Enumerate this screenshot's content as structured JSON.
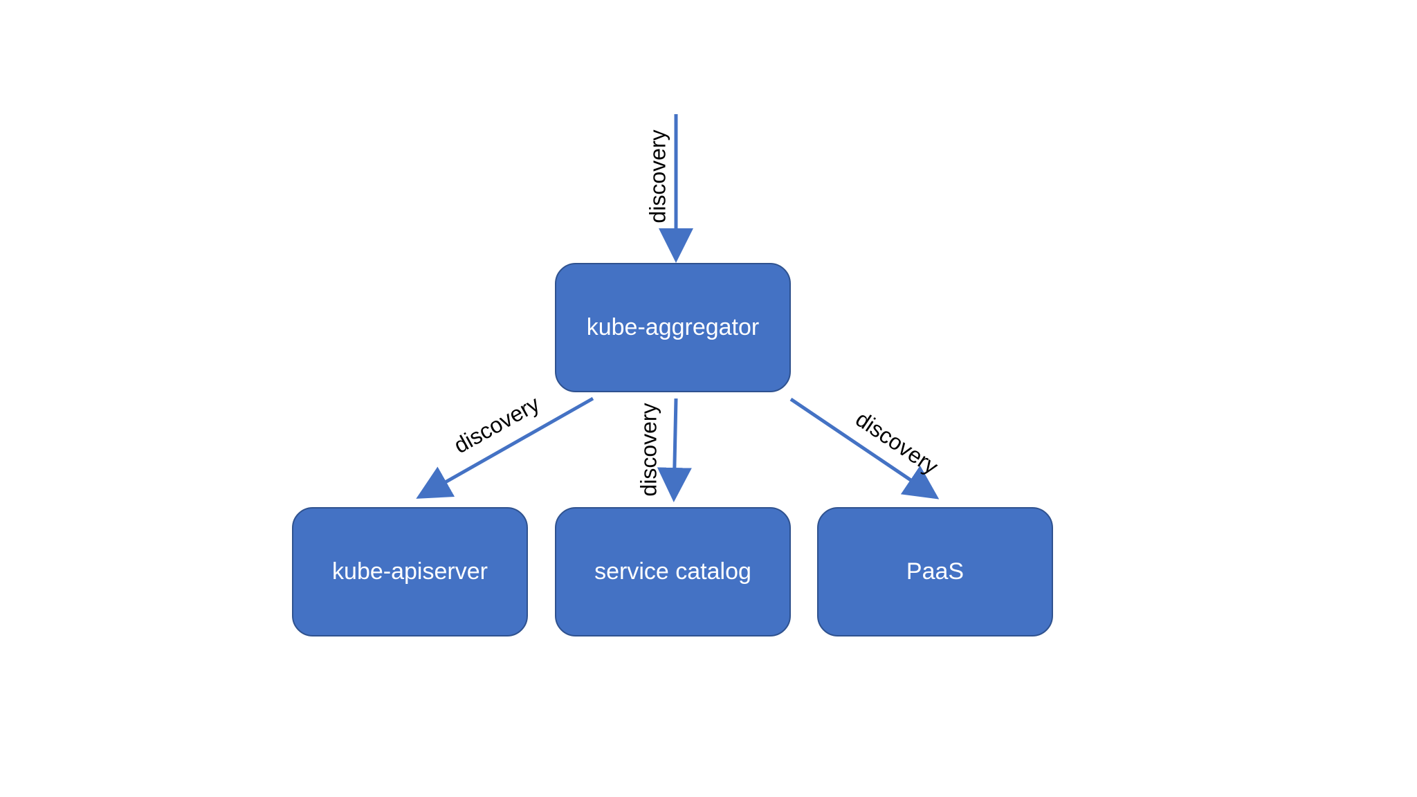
{
  "colors": {
    "node_fill": "#4472c4",
    "node_border": "#2f528f",
    "arrow": "#4472c4",
    "label_text": "#000000",
    "node_text": "#ffffff"
  },
  "nodes": {
    "aggregator": "kube-aggregator",
    "apiserver": "kube-apiserver",
    "catalog": "service catalog",
    "paas": "PaaS"
  },
  "edges": {
    "incoming_label": "discovery",
    "to_apiserver_label": "discovery",
    "to_catalog_label": "discovery",
    "to_paas_label": "discovery"
  }
}
